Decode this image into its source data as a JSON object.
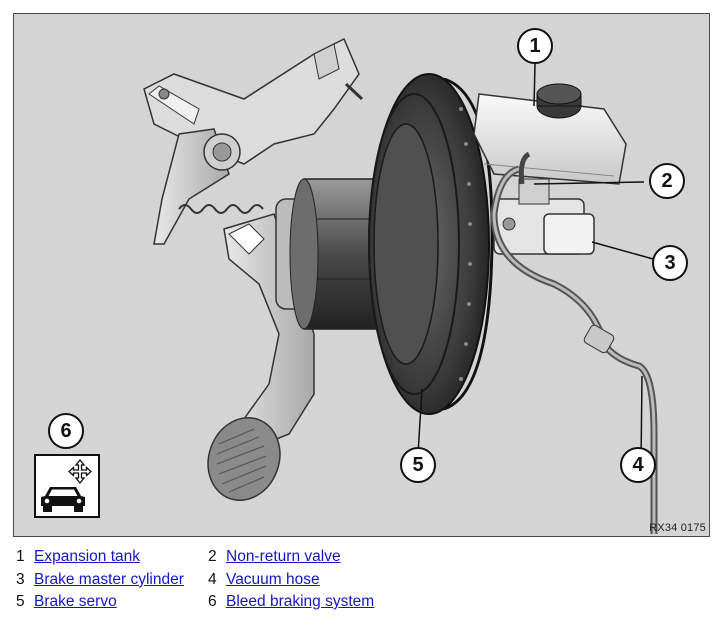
{
  "figure": {
    "image_code": "RX34 0175",
    "callouts": [
      "1",
      "2",
      "3",
      "4",
      "5",
      "6"
    ]
  },
  "legend": [
    {
      "num": "1",
      "label": "Expansion tank"
    },
    {
      "num": "2",
      "label": "Non-return valve"
    },
    {
      "num": "3",
      "label": "Brake master cylinder"
    },
    {
      "num": "4",
      "label": "Vacuum hose"
    },
    {
      "num": "5",
      "label": "Brake servo"
    },
    {
      "num": "6",
      "label": "Bleed braking system"
    }
  ],
  "icons": {
    "bleed": "car-move-icon"
  }
}
